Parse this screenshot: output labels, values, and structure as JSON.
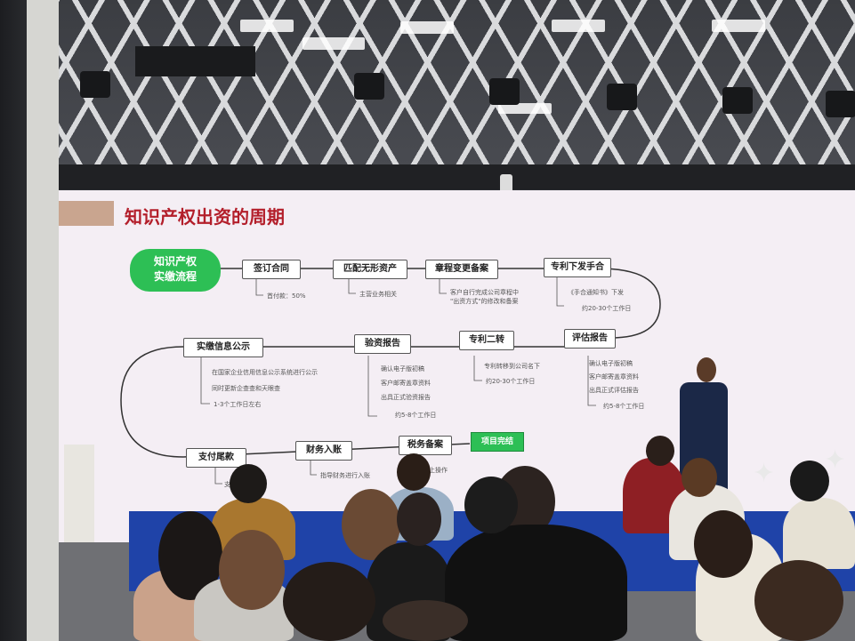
{
  "slide": {
    "title": "知识产权出资的周期",
    "start": "知识产权\n实缴流程",
    "boxes": [
      "签订合同",
      "匹配无形资产",
      "章程变更备案",
      "专利下发手合",
      "评估报告",
      "专利二转",
      "验资报告",
      "实缴信息公示",
      "支付尾款",
      "财务入账",
      "税务备案"
    ],
    "done": "项目完结",
    "notes": {
      "n1": "首付款：50%",
      "n2": "主营业务相关",
      "n3a": "客户自行完成公司章程中",
      "n3b": "\"出资方式\"的修改和备案",
      "n4a": "《手合通知书》下发",
      "n4b": "约20-30个工作日",
      "n5a": "确认电子版初稿",
      "n5b": "客户邮寄盖章资料",
      "n5c": "出具正式评估报告",
      "n5d": "约5-8个工作日",
      "n6a": "专利转移到公司名下",
      "n6b": "约20-30个工作日",
      "n7a": "确认电子版初稿",
      "n7b": "客户邮寄盖章资料",
      "n7c": "出具正式验资报告",
      "n7d": "约5-8个工作日",
      "n8a": "在国家企业信用信息公示系统进行公示",
      "n8b": "同时更新企查查和天眼查",
      "n8c": "1-3个工作日左右",
      "n9": "支付尾款",
      "n10": "指导财务进行入账",
      "n11": "上操作"
    }
  }
}
